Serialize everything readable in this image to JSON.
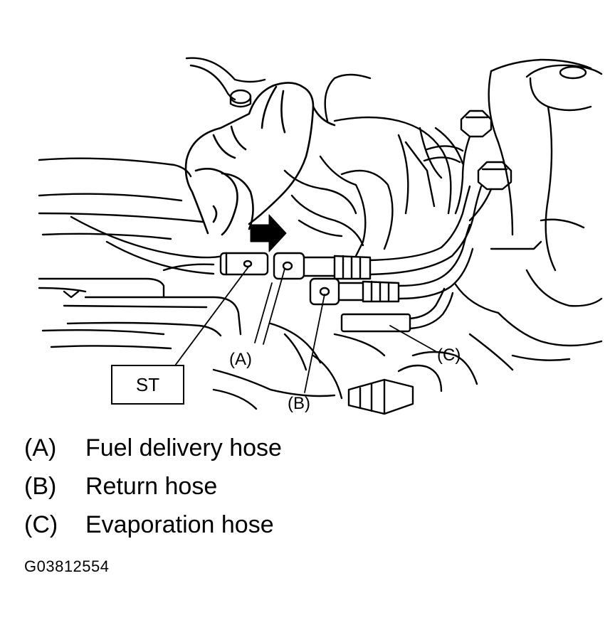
{
  "figure": {
    "tool_label": "ST",
    "callouts": {
      "a": "(A)",
      "b": "(B)",
      "c": "(C)"
    }
  },
  "legend": [
    {
      "key": "(A)",
      "text": "Fuel delivery hose"
    },
    {
      "key": "(B)",
      "text": "Return hose"
    },
    {
      "key": "(C)",
      "text": "Evaporation hose"
    }
  ],
  "figure_code": "G03812554"
}
